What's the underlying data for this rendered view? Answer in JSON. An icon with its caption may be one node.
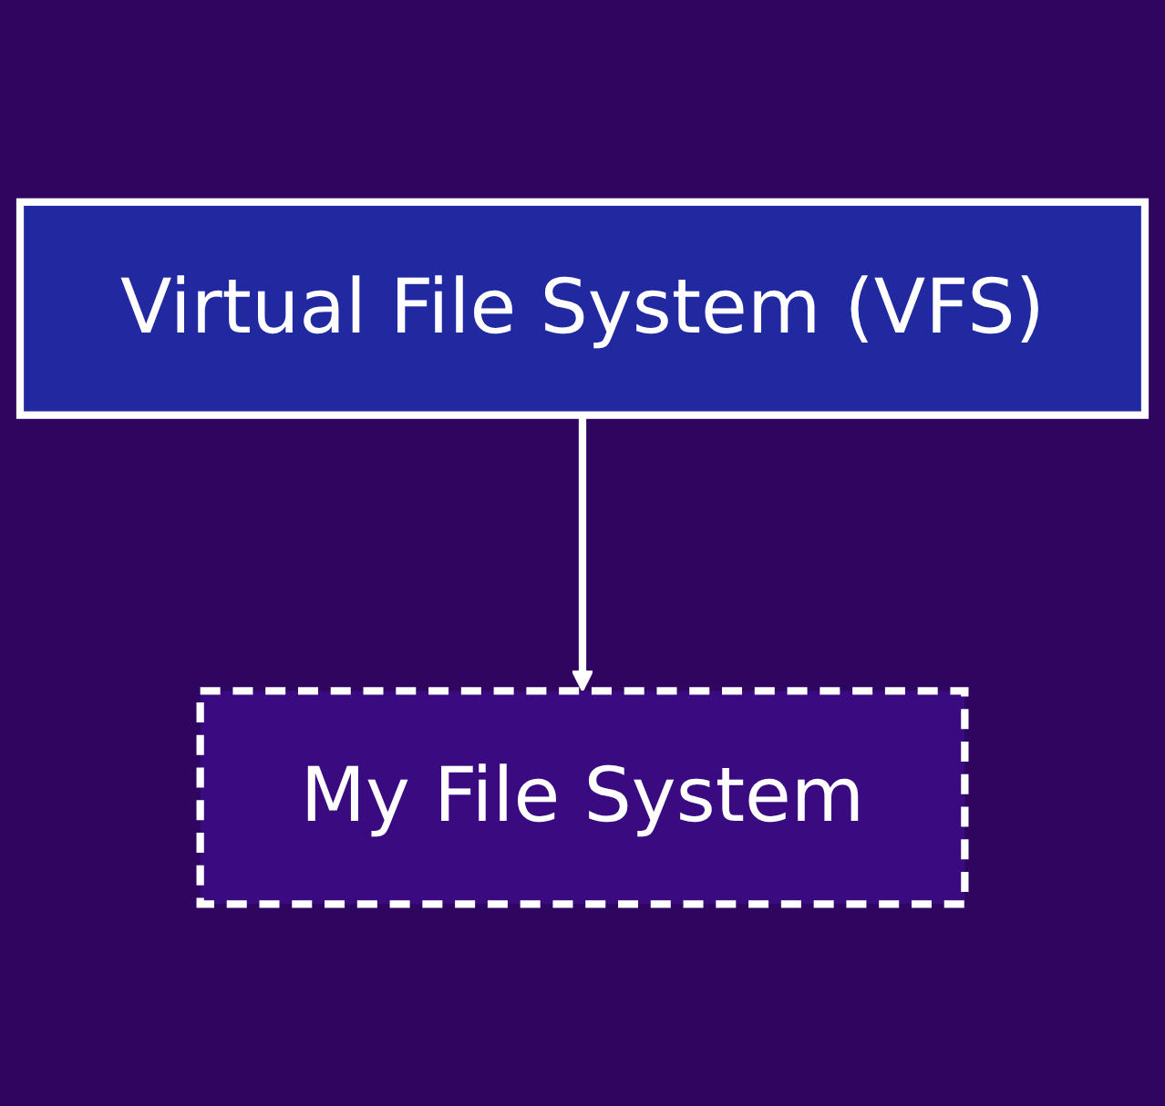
{
  "diagram": {
    "nodes": [
      {
        "text": [
          "Virtual File System (VFS)"
        ]
      },
      {
        "text": [
          "My File System"
        ]
      }
    ],
    "edges": [
      {
        "from": 0,
        "to": 1,
        "arrow": "to"
      }
    ]
  }
}
